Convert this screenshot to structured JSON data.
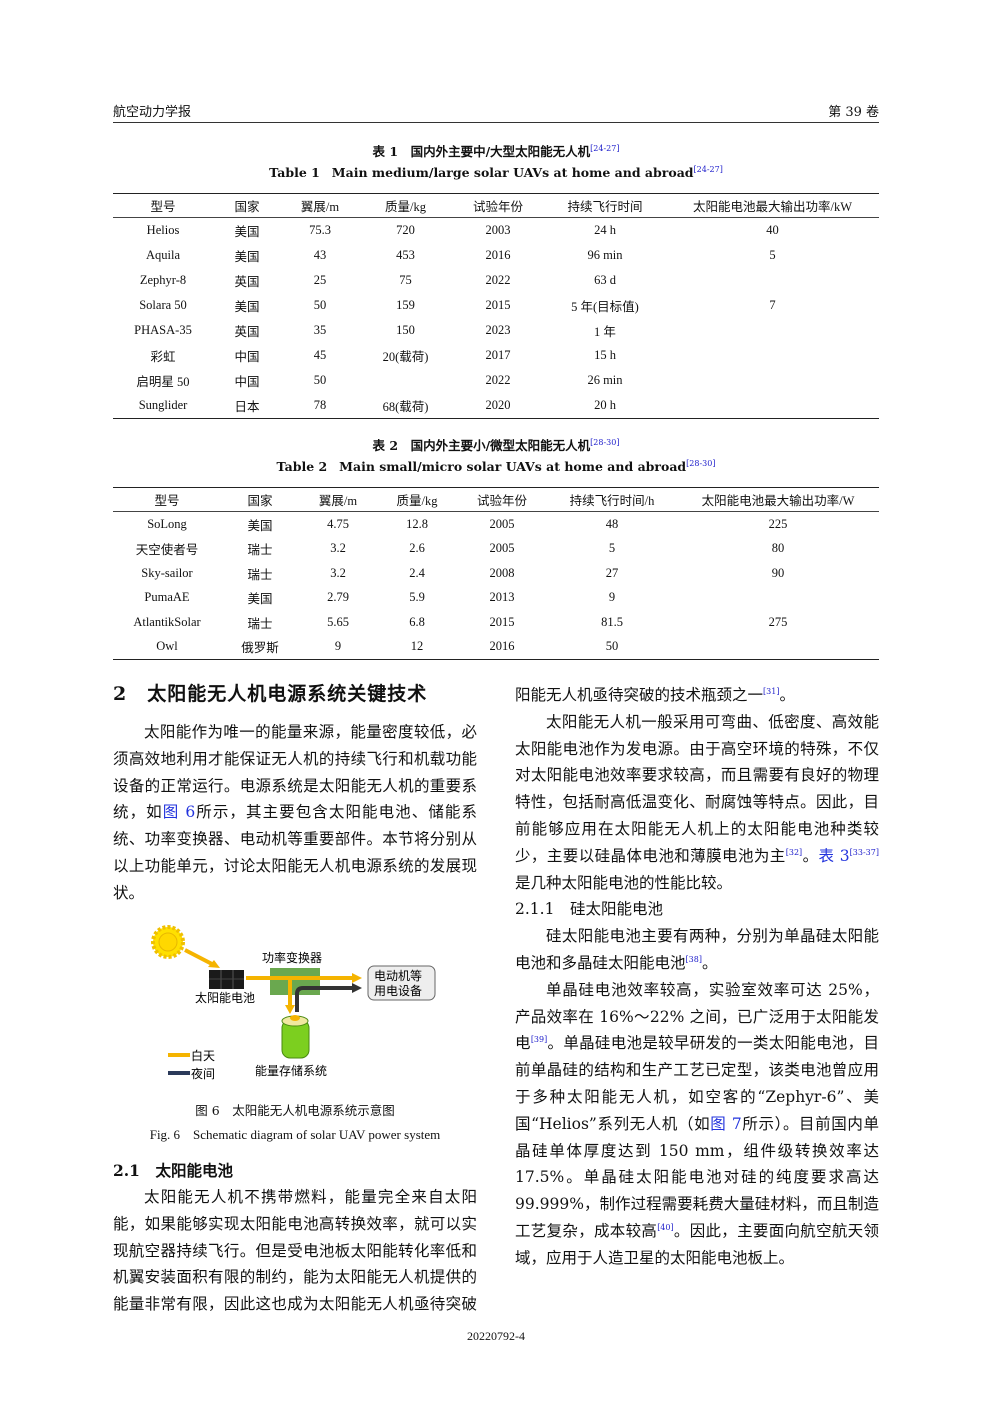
{
  "header": {
    "journal": "航空动力学报",
    "volume": "第 39 卷"
  },
  "table1": {
    "caption_cn": "表 1　国内外主要中/大型太阳能无人机",
    "caption_en_label": "Table 1",
    "caption_en": "Main medium/large solar UAVs at home and abroad",
    "ref": "[24-27]",
    "columns": [
      "型号",
      "国家",
      "翼展/m",
      "质量/kg",
      "试验年份",
      "持续飞行时间",
      "太阳能电池最大输出功率/kW"
    ],
    "rows": [
      [
        "Helios",
        "美国",
        "75.3",
        "720",
        "2003",
        "24 h",
        "40"
      ],
      [
        "Aquila",
        "美国",
        "43",
        "453",
        "2016",
        "96 min",
        "5"
      ],
      [
        "Zephyr-8",
        "英国",
        "25",
        "75",
        "2022",
        "63 d",
        ""
      ],
      [
        "Solara 50",
        "美国",
        "50",
        "159",
        "2015",
        "5 年(目标值)",
        "7"
      ],
      [
        "PHASA-35",
        "英国",
        "35",
        "150",
        "2023",
        "1 年",
        ""
      ],
      [
        "彩虹",
        "中国",
        "45",
        "20(载荷)",
        "2017",
        "15 h",
        ""
      ],
      [
        "启明星 50",
        "中国",
        "50",
        "",
        "2022",
        "26 min",
        ""
      ],
      [
        "Sunglider",
        "日本",
        "78",
        "68(载荷)",
        "2020",
        "20 h",
        ""
      ]
    ]
  },
  "table2": {
    "caption_cn": "表 2　国内外主要小/微型太阳能无人机",
    "caption_en_label": "Table 2",
    "caption_en": "Main small/micro solar UAVs at home and abroad",
    "ref": "[28-30]",
    "columns": [
      "型号",
      "国家",
      "翼展/m",
      "质量/kg",
      "试验年份",
      "持续飞行时间/h",
      "太阳能电池最大输出功率/W"
    ],
    "rows": [
      [
        "SoLong",
        "美国",
        "4.75",
        "12.8",
        "2005",
        "48",
        "225"
      ],
      [
        "天空使者号",
        "瑞士",
        "3.2",
        "2.6",
        "2005",
        "5",
        "80"
      ],
      [
        "Sky-sailor",
        "瑞士",
        "3.2",
        "2.4",
        "2008",
        "27",
        "90"
      ],
      [
        "PumaAE",
        "美国",
        "2.79",
        "5.9",
        "2013",
        "9",
        ""
      ],
      [
        "AtlantikSolar",
        "瑞士",
        "5.65",
        "6.8",
        "2015",
        "81.5",
        "275"
      ],
      [
        "Owl",
        "俄罗斯",
        "9",
        "12",
        "2016",
        "50",
        ""
      ]
    ]
  },
  "section2": {
    "heading": "2　太阳能无人机电源系统关键技术",
    "para1": [
      {
        "t": "太阳能作为唯一的能量来源，能量密度较低，必须高效地利用才能保证无人机的持续飞行和机载功能设备的正常运行。电源系统是太阳能无人机的重要系统，如"
      },
      {
        "t": "图 6",
        "link": true
      },
      {
        "t": "所示，其主要包含太阳能电池、储能系统、功率变换器、电动机等重要部件。本节将分别从以上功能单元，讨论太阳能无人机电源系统的发展现状。"
      }
    ]
  },
  "figure6": {
    "solar_cell": "太阳能电池",
    "converter": "功率变换器",
    "load_line1": "电动机等",
    "load_line2": "用电设备",
    "storage": "能量存储系统",
    "legend_day": "白天",
    "legend_night": "夜间",
    "colors": {
      "day": "#f5b400",
      "night": "#2b2f3a",
      "converter": "#6aa84f",
      "battery": "#7ccf1f"
    },
    "caption_cn": "图 6　太阳能无人机电源系统示意图",
    "caption_en": "Fig. 6　Schematic diagram of solar UAV power system"
  },
  "section2_1": {
    "heading": "2.1　太阳能电池",
    "para1": [
      {
        "t": "太阳能无人机不携带燃料，能量完全来自太阳能，如果能够实现太阳能电池高转换效率，就可以实现航空器持续飞行。但是受电池板太阳能转化率低和机翼安装面积有限的制约，能为太阳能无人机提供的能量非常有限，因此这也成为太阳能无人机亟待突破的技术瓶颈之一"
      },
      {
        "t": "[31]",
        "sup": true
      },
      {
        "t": "。"
      }
    ],
    "para2": [
      {
        "t": "太阳能无人机一般采用可弯曲、低密度、高效能太阳能电池作为发电源。由于高空环境的特殊，不仅对太阳能电池效率要求较高，而且需要有良好的物理特性，包括耐高低温变化、耐腐蚀等特点。因此，目前能够应用在太阳能无人机上的太阳能电池种类较少，主要以硅晶体电池和薄膜电池为主"
      },
      {
        "t": "[32]",
        "sup": true
      },
      {
        "t": "。"
      },
      {
        "t": "表 3",
        "link": true
      },
      {
        "t": "[33-37]",
        "sup": true
      },
      {
        "t": "是几种太阳能电池的性能比较。"
      }
    ]
  },
  "section2_1_1": {
    "heading": "2.1.1　硅太阳能电池",
    "para1": [
      {
        "t": "硅太阳能电池主要有两种，分别为单晶硅太阳能电池和多晶硅太阳能电池"
      },
      {
        "t": "[38]",
        "sup": true
      },
      {
        "t": "。"
      }
    ],
    "para2": [
      {
        "t": "单晶硅电池效率较高，实验室效率可达 25%，产品效率在 16%～22% 之间，已广泛用于太阳能发电"
      },
      {
        "t": "[39]",
        "sup": true
      },
      {
        "t": "。单晶硅电池是较早研发的一类太阳能电池，目前单晶硅的结构和生产工艺已定型，该类电池曾应用于多种太阳能无人机，如空客的“Zephyr-6”、美国“Helios”系列无人机（如"
      },
      {
        "t": "图 7",
        "link": true
      },
      {
        "t": "所示）。目前国内单晶硅单体厚度达到 150 mm，组件级转换效率达 17.5%。单晶硅太阳能电池对硅的纯度要求高达 99.999%，制作过程需要耗费大量硅材料，而且制造工艺复杂，成本较高"
      },
      {
        "t": "[40]",
        "sup": true
      },
      {
        "t": "。因此，主要面向航空航天领域，应用于人造卫星的太阳能电池板上。"
      }
    ]
  },
  "footer": {
    "page_id": "20220792-4"
  }
}
